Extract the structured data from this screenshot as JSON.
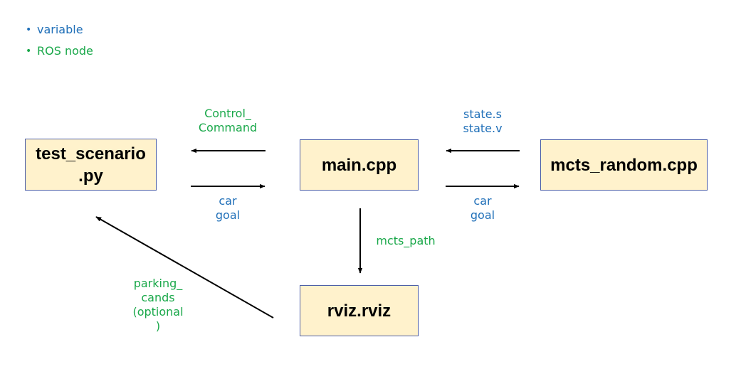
{
  "legend": {
    "items": [
      {
        "label": "variable",
        "color": "#1f6fb8"
      },
      {
        "label": "ROS node",
        "color": "#1aa84a"
      }
    ]
  },
  "nodes": {
    "test_scenario": "test_scenario\n.py",
    "main": "main.cpp",
    "mcts_random": "mcts_random.cpp",
    "rviz": "rviz.rviz"
  },
  "edges": {
    "control_command": "Control_\nCommand",
    "car_goal_left": "car\ngoal",
    "state": "state.s\nstate.v",
    "car_goal_right": "car\ngoal",
    "mcts_path": "mcts_path",
    "parking_cands": "parking_\ncands\n(optional\n)"
  },
  "colors": {
    "node_fill": "#fff2cc",
    "node_border": "#4d5fa8",
    "variable": "#1f6fb8",
    "ros_node": "#1aa84a",
    "arrow": "#000000"
  }
}
